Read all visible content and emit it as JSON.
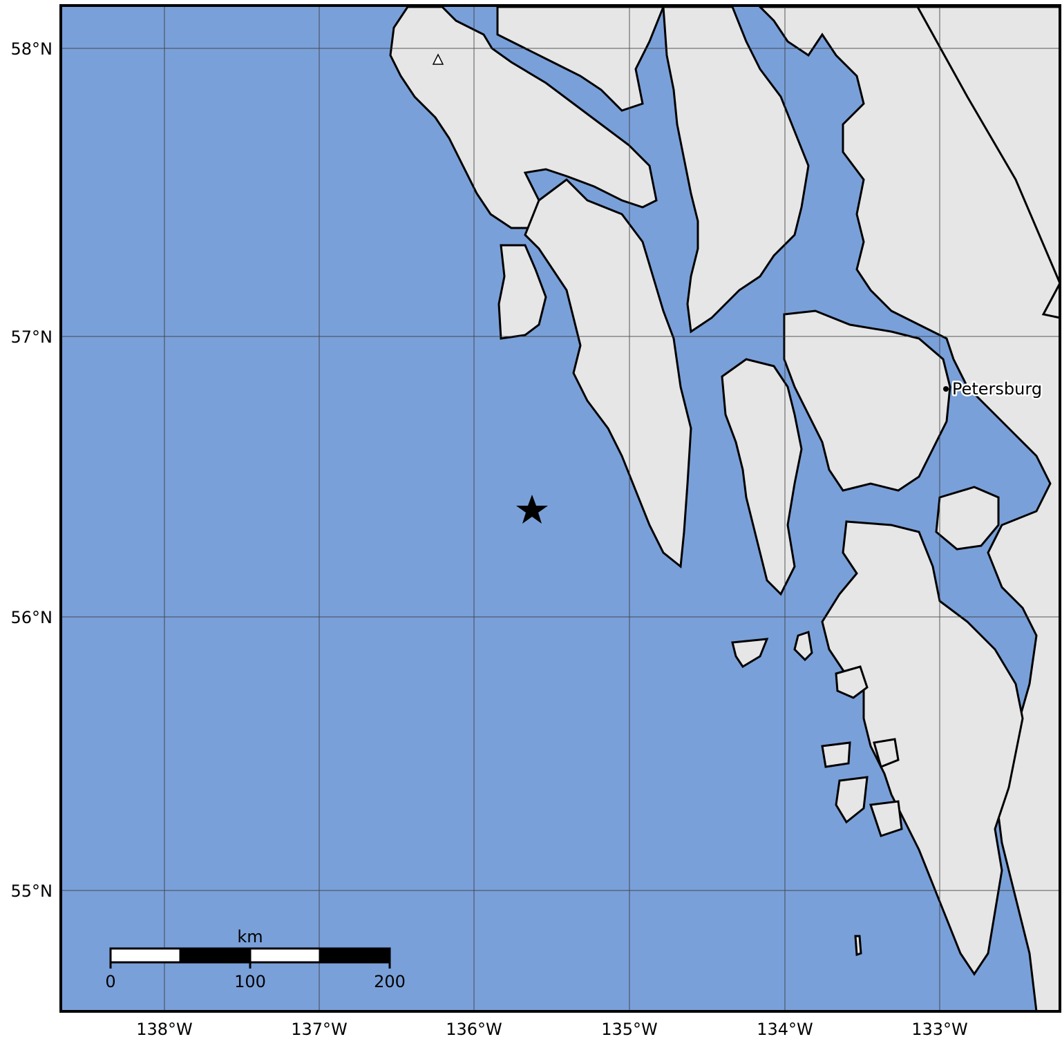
{
  "map": {
    "colors": {
      "ocean": "#7aa0d9",
      "land": "#e6e6e6",
      "coast": "#000000",
      "grid": "#333333"
    },
    "lon_labels": [
      "138°W",
      "137°W",
      "136°W",
      "135°W",
      "134°W",
      "133°W"
    ],
    "lat_labels": [
      "58°N",
      "57°N",
      "56°N",
      "55°N"
    ],
    "city": {
      "name": "Petersburg"
    },
    "epicenter": {
      "symbol": "star-icon"
    },
    "volcano": {
      "symbol": "triangle-icon"
    },
    "scale_bar": {
      "unit": "km",
      "labels": [
        "0",
        "100",
        "200"
      ]
    }
  }
}
